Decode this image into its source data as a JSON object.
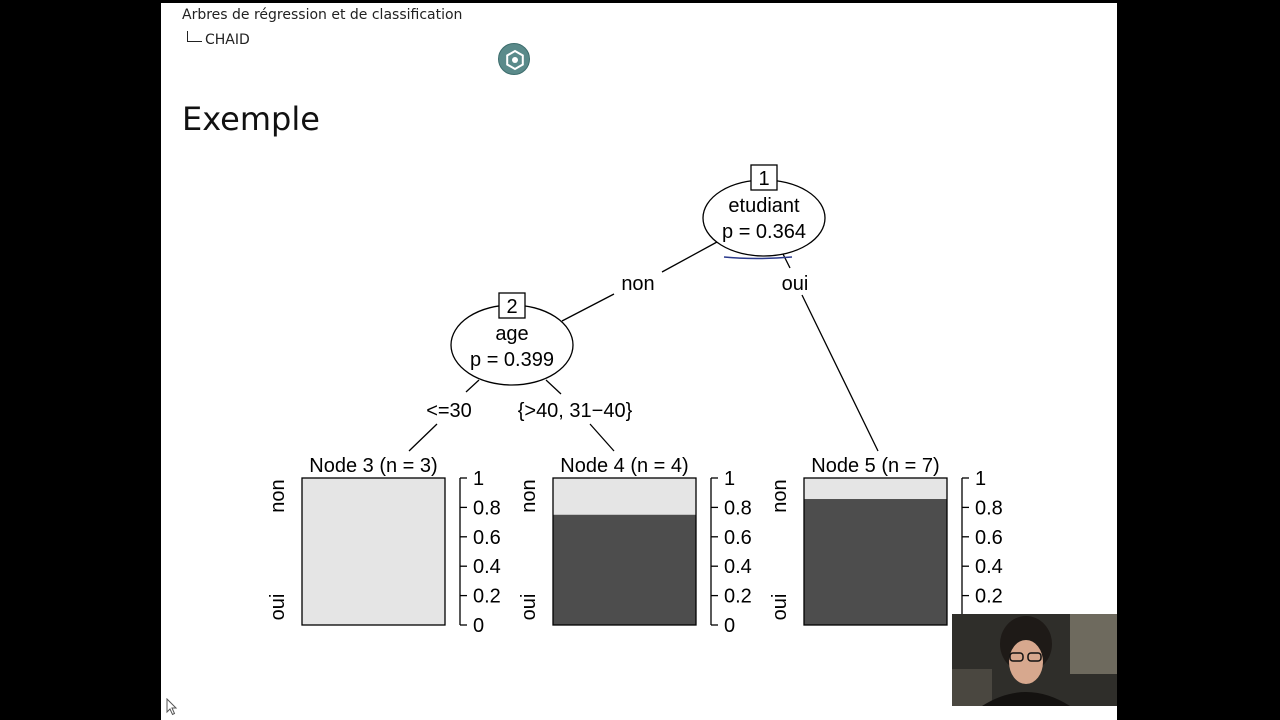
{
  "slide": {
    "header_section": "Arbres de régression et de classification",
    "header_subsection": "CHAID",
    "title": "Exemple"
  },
  "icons": {
    "recording": "record-hexagon-icon",
    "cursor": "mouse-cursor-icon"
  },
  "colors": {
    "class_non": "#e5e5e5",
    "class_oui": "#4d4d4d",
    "badge": "#5a8a8a",
    "annotation": "#2b3a8c"
  },
  "tree": {
    "nodes": [
      {
        "id": "1",
        "variable": "etudiant",
        "p": "p = 0.364"
      },
      {
        "id": "2",
        "variable": "age",
        "p": "p = 0.399"
      }
    ],
    "edges": [
      {
        "label": "non"
      },
      {
        "label": "oui"
      },
      {
        "label": "<=30"
      },
      {
        "label": "{>40, 31−40}"
      }
    ],
    "leaves": [
      {
        "title": "Node 3 (n = 3)",
        "fraction_non": 1.0
      },
      {
        "title": "Node 4 (n = 4)",
        "fraction_non": 0.25
      },
      {
        "title": "Node 5 (n = 7)",
        "fraction_non": 0.143
      }
    ],
    "leaf_axis_left": {
      "top": "non",
      "bottom": "oui"
    },
    "leaf_axis_ticks": [
      "1",
      "0.8",
      "0.6",
      "0.4",
      "0.2",
      "0"
    ]
  }
}
